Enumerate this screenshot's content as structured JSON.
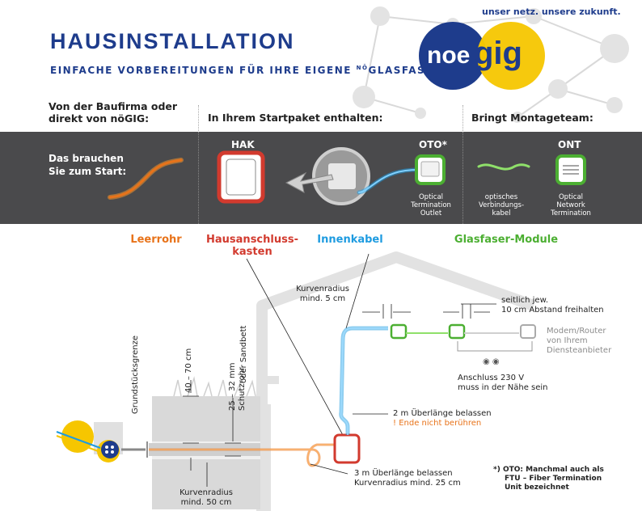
{
  "header": {
    "title": "HAUSINSTALLATION",
    "subtitle_main": "EINFACHE VORBEREITUNGEN FÜR IHRE EIGENE ",
    "subtitle_sup": "NÖ",
    "subtitle_end": "GLASFASER",
    "slogan": "unser netz. unsere zukunft.",
    "logo_part1": "noe",
    "logo_part2": "gig"
  },
  "columns": {
    "col1": "Von der Baufirma oder direkt von nöGIG:",
    "col2": "In Ihrem Startpaket enthalten:",
    "col3": "Bringt Montageteam:"
  },
  "band": {
    "start_text": "Das brauchen Sie zum Start:",
    "hak": "HAK",
    "oto": "OTO*",
    "ont": "ONT",
    "oto_desc_1": "Optical",
    "oto_desc_2": "Termination",
    "oto_desc_3": "Outlet",
    "cable_desc_1": "optisches",
    "cable_desc_2": "Verbindungs-",
    "cable_desc_3": "kabel",
    "ont_desc_1": "Optical",
    "ont_desc_2": "Network",
    "ont_desc_3": "Termination"
  },
  "categories": {
    "leerrohr": "Leerrohr",
    "hak_1": "Hausanschluss-",
    "hak_2": "kasten",
    "innenkabel": "Innenkabel",
    "module": "Glasfaser-Module"
  },
  "diagram": {
    "grenze": "Grundstücksgrenze",
    "depth": "40 – 70 cm",
    "schutz_1": "25 – 32 mm Schutzrohr",
    "schutz_2": "oder Sandbett",
    "kurv5_1": "Kurvenradius",
    "kurv5_2": "mind. 5 cm",
    "seit_1": "seitlich jew.",
    "seit_2": "10 cm Abstand freihalten",
    "modem_1": "Modem/Router",
    "modem_2": "von Ihrem",
    "modem_3": "Diensteanbieter",
    "ans_1": "Anschluss 230 V",
    "ans_2": "muss in der Nähe sein",
    "ueb2_1": "2 m Überlänge belassen",
    "ueb2_2": "! Ende nicht berühren",
    "ueb3_1": "3 m Überlänge belassen",
    "ueb3_2": "Kurvenradius mind. 25 cm",
    "kurv50_1": "Kurvenradius",
    "kurv50_2": "mind. 50 cm",
    "fn_1": "*)  OTO: Manchmal auch als",
    "fn_2": "FTU – Fiber Termination",
    "fn_3": "Unit bezeichnet"
  },
  "colors": {
    "navy": "#1e3c8c",
    "orange": "#e8731a",
    "red": "#d23a2e",
    "blue": "#1e9be0",
    "green": "#4caf32",
    "band": "#4a4a4c",
    "yellow": "#f6c600"
  },
  "icons": [
    "empty-conduit-icon",
    "house-connection-box-icon",
    "wall-socket-icon",
    "oto-icon",
    "fiber-cable-icon",
    "ont-icon",
    "modem-icon",
    "power-outlet-icon",
    "distribution-box-icon"
  ]
}
